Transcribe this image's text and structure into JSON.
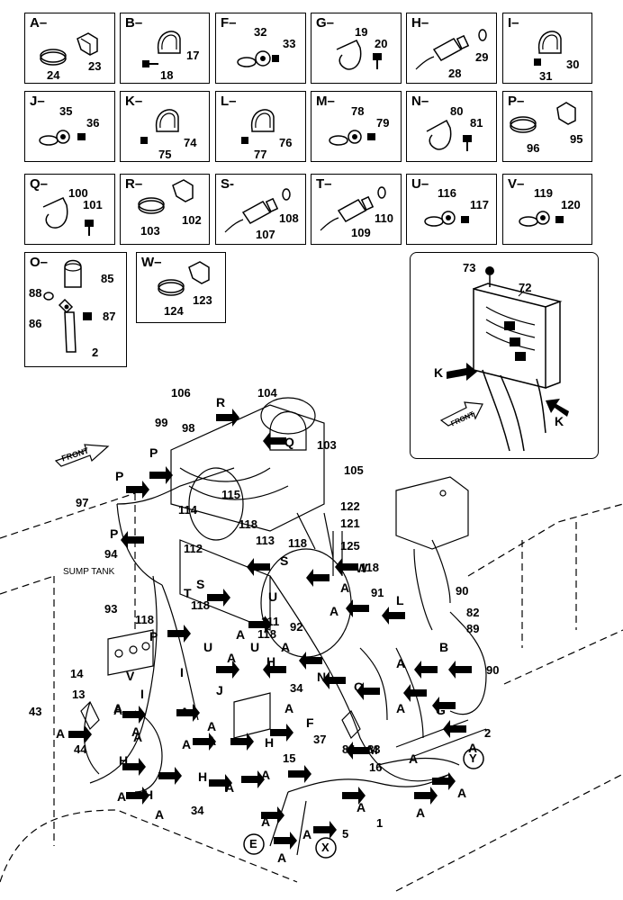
{
  "detail_boxes": [
    {
      "id": "A",
      "title": "A–",
      "nums": [
        "24",
        "23"
      ],
      "type": "band_clip"
    },
    {
      "id": "B",
      "title": "B–",
      "nums": [
        "17",
        "18"
      ],
      "type": "loop_clip"
    },
    {
      "id": "F",
      "title": "F–",
      "nums": [
        "32",
        "33"
      ],
      "type": "hose_clamp"
    },
    {
      "id": "G",
      "title": "G–",
      "nums": [
        "19",
        "20"
      ],
      "type": "p_clamp"
    },
    {
      "id": "H",
      "title": "H–",
      "nums": [
        "28",
        "29"
      ],
      "type": "sensor"
    },
    {
      "id": "I",
      "title": "I–",
      "nums": [
        "30",
        "31"
      ],
      "type": "loop_clip"
    },
    {
      "id": "J",
      "title": "J–",
      "nums": [
        "35",
        "36"
      ],
      "type": "hose_clamp"
    },
    {
      "id": "K",
      "title": "K–",
      "nums": [
        "74",
        "75"
      ],
      "type": "loop_clip"
    },
    {
      "id": "L",
      "title": "L–",
      "nums": [
        "76",
        "77"
      ],
      "type": "loop_clip"
    },
    {
      "id": "M",
      "title": "M–",
      "nums": [
        "78",
        "79"
      ],
      "type": "hose_clamp"
    },
    {
      "id": "N",
      "title": "N–",
      "nums": [
        "80",
        "81"
      ],
      "type": "p_clamp"
    },
    {
      "id": "P",
      "title": "P–",
      "nums": [
        "96",
        "95"
      ],
      "type": "band_clip"
    },
    {
      "id": "Q",
      "title": "Q–",
      "nums": [
        "100",
        "101"
      ],
      "type": "p_clamp"
    },
    {
      "id": "R",
      "title": "R–",
      "nums": [
        "103",
        "102"
      ],
      "type": "band_clip"
    },
    {
      "id": "S",
      "title": "S-",
      "nums": [
        "107",
        "108"
      ],
      "type": "sensor"
    },
    {
      "id": "T",
      "title": "T–",
      "nums": [
        "109",
        "110"
      ],
      "type": "sensor"
    },
    {
      "id": "U",
      "title": "U–",
      "nums": [
        "116",
        "117"
      ],
      "type": "hose_clamp"
    },
    {
      "id": "V",
      "title": "V–",
      "nums": [
        "119",
        "120"
      ],
      "type": "hose_clamp"
    },
    {
      "id": "O",
      "title": "O–",
      "nums": [
        "85",
        "88",
        "87",
        "86",
        "2"
      ],
      "type": "battery_cable"
    },
    {
      "id": "W",
      "title": "W–",
      "nums": [
        "124",
        "123"
      ],
      "type": "band_clip"
    }
  ],
  "inset": {
    "nums": [
      "73",
      "72"
    ],
    "arrows": [
      "K",
      "K"
    ],
    "front": "FRONT"
  },
  "main": {
    "front": "FRONT",
    "sump_tank": "SUMP TANK",
    "circles": [
      "Y",
      "E",
      "X"
    ],
    "numbers": [
      "106",
      "104",
      "99",
      "98",
      "103",
      "105",
      "97",
      "115",
      "114",
      "118",
      "113",
      "118",
      "122",
      "121",
      "125",
      "94",
      "112",
      "118",
      "91",
      "90",
      "82",
      "89",
      "93",
      "118",
      "111",
      "118",
      "92",
      "90",
      "14",
      "13",
      "43",
      "44",
      "34",
      "37",
      "84",
      "83",
      "2",
      "15",
      "16",
      "5",
      "1",
      "34",
      "118"
    ],
    "letters": [
      "R",
      "Q",
      "P",
      "P",
      "P",
      "S",
      "W",
      "T",
      "S",
      "U",
      "A",
      "L",
      "P",
      "V",
      "I",
      "U",
      "U",
      "A",
      "H",
      "N",
      "B",
      "O",
      "J",
      "I",
      "H",
      "G",
      "A",
      "A",
      "A",
      "A",
      "A",
      "A",
      "H",
      "H",
      "H",
      "F",
      "M",
      "A",
      "A",
      "A",
      "A",
      "A",
      "A",
      "A",
      "A",
      "A",
      "A",
      "A",
      "A",
      "A",
      "A",
      "A",
      "A",
      "A",
      "A",
      "A",
      "A",
      "A"
    ]
  }
}
